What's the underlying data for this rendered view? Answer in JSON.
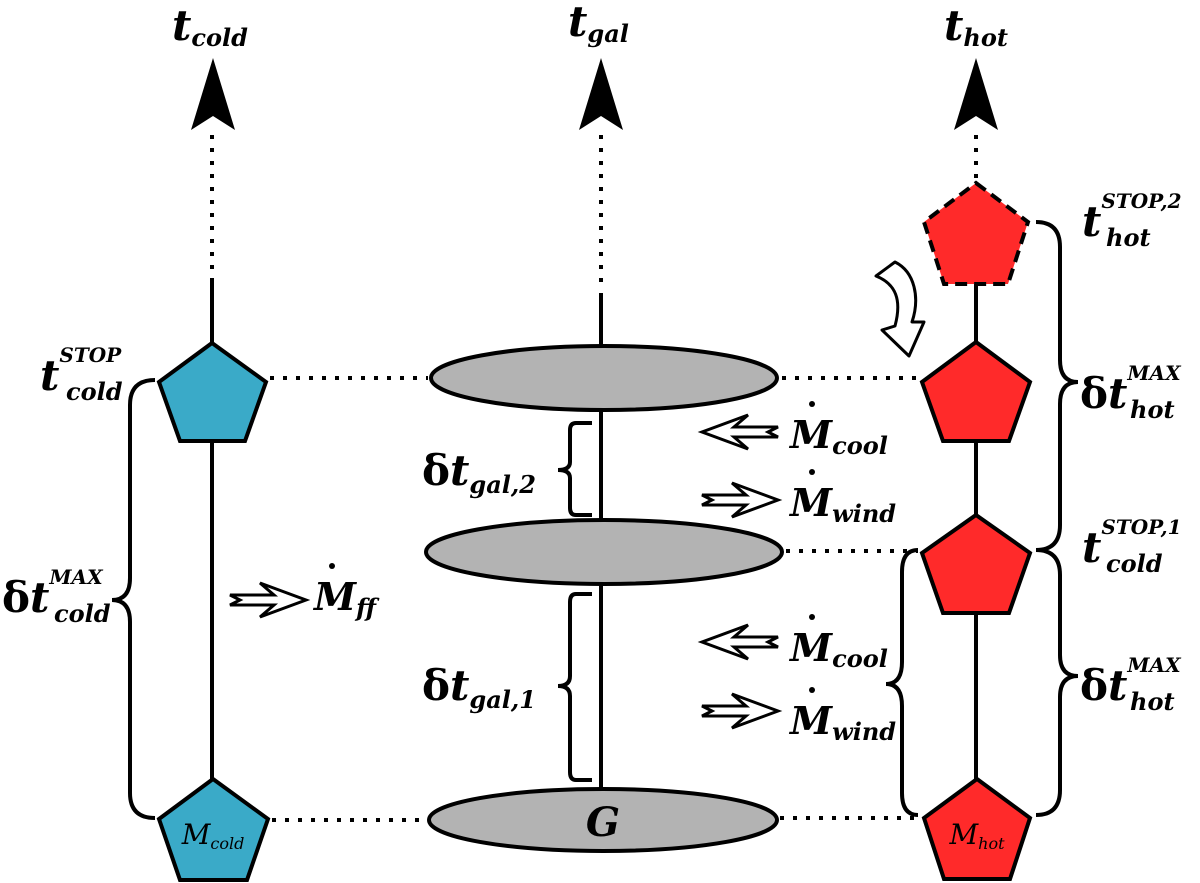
{
  "colors": {
    "cold": "#3aaac8",
    "hot": "#ff2a2a",
    "galaxy": "#b3b3b3",
    "line": "#000000"
  },
  "axes": {
    "cold": {
      "base": "t",
      "sub": "cold"
    },
    "gal": {
      "base": "t",
      "sub": "gal"
    },
    "hot": {
      "base": "t",
      "sub": "hot"
    }
  },
  "nodes": {
    "cold_bottom": {
      "base": "M",
      "sub": "cold"
    },
    "gal_bottom": {
      "text": "G"
    },
    "hot_bottom": {
      "base": "M",
      "sub": "hot"
    }
  },
  "labels": {
    "t_cold_stop": {
      "prefix": "",
      "base": "t",
      "sub": "cold",
      "sup": "STOP"
    },
    "dt_cold_max": {
      "prefix": "δ",
      "base": "t",
      "sub": "cold",
      "sup": "MAX"
    },
    "t_hot_stop2": {
      "prefix": "",
      "base": "t",
      "sub": "hot",
      "sup": "STOP,2"
    },
    "dt_hot_max_upper": {
      "prefix": "δ",
      "base": "t",
      "sub": "hot",
      "sup": "MAX"
    },
    "t_cold_stop1": {
      "prefix": "",
      "base": "t",
      "sub": "cold",
      "sup": "STOP,1"
    },
    "dt_hot_max_lower": {
      "prefix": "δ",
      "base": "t",
      "sub": "hot",
      "sup": "MAX"
    },
    "dt_gal_2": {
      "prefix": "δ",
      "base": "t",
      "sub": "gal,2"
    },
    "dt_gal_1": {
      "prefix": "δ",
      "base": "t",
      "sub": "gal,1"
    }
  },
  "flows": {
    "m_ff": {
      "base": "M",
      "sub": "ff"
    },
    "m_cool_upper": {
      "base": "M",
      "sub": "cool"
    },
    "m_wind_upper": {
      "base": "M",
      "sub": "wind"
    },
    "m_cool_lower": {
      "base": "M",
      "sub": "cool"
    },
    "m_wind_lower": {
      "base": "M",
      "sub": "wind"
    }
  }
}
